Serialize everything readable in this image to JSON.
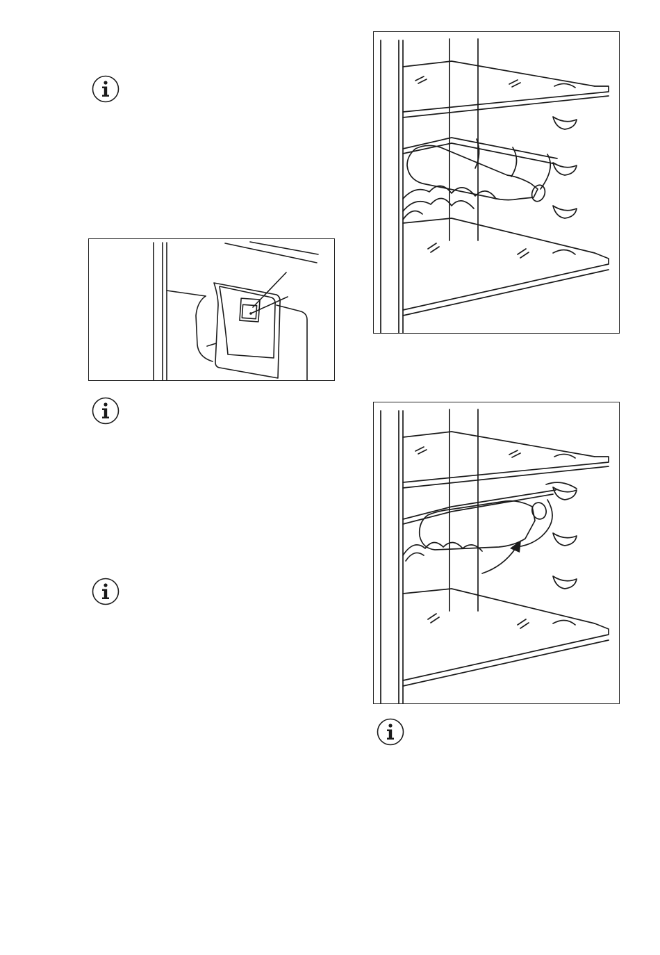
{
  "page": {
    "info_icons": [
      {
        "icon": "info-icon"
      },
      {
        "icon": "info-icon"
      },
      {
        "icon": "info-icon"
      },
      {
        "icon": "info-icon"
      }
    ],
    "figures": {
      "sensor_panel": {
        "icon": "temperature-sensor-illustration"
      },
      "bottle_rack_level": {
        "icon": "wine-rack-bottle-illustration"
      },
      "bottle_rack_tilted": {
        "icon": "wine-rack-tilted-bottle-illustration"
      }
    }
  }
}
